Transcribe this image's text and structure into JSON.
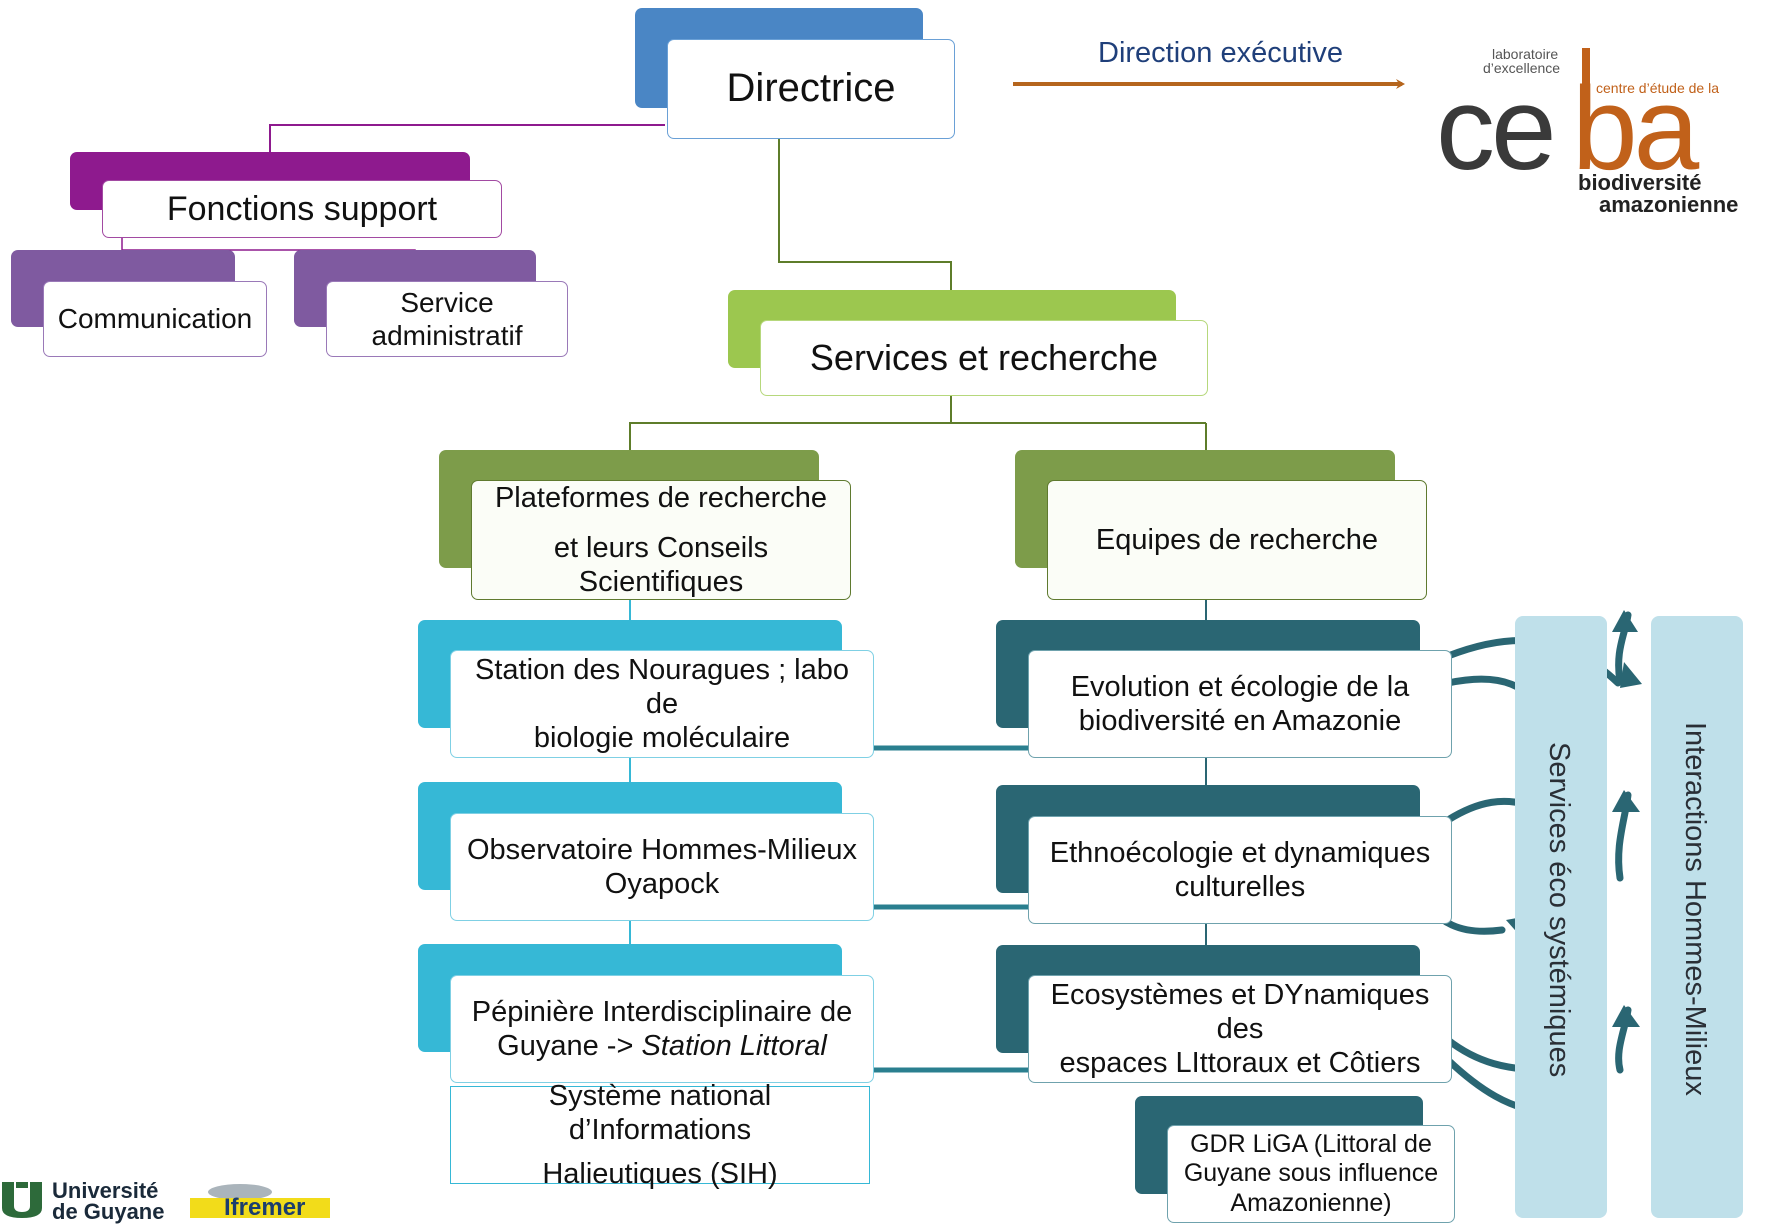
{
  "org_chart": {
    "director": "Directrice",
    "executive_link_label": "Direction exécutive",
    "support": {
      "title": "Fonctions support",
      "items": [
        "Communication",
        "Service administratif"
      ]
    },
    "services": "Services et recherche",
    "platforms": {
      "title_line1": "Plateformes de recherche",
      "title_line2": "et leurs Conseils Scientifiques",
      "items": [
        {
          "line1": "Station des Nouragues ; labo de",
          "line2": "biologie moléculaire"
        },
        {
          "line1": "Observatoire Hommes-Milieux",
          "line2": "Oyapock"
        },
        {
          "line1": "Pépinière Interdisciplinaire de",
          "line2_plain": "Guyane -> ",
          "line2_italic": "Station Littoral"
        }
      ],
      "extra": {
        "line1": "Système national d’Informations",
        "line2": "Halieutiques (SIH)"
      }
    },
    "teams": {
      "title": "Equipes de recherche",
      "items": [
        {
          "line1": "Evolution et écologie de la",
          "line2": "biodiversité en Amazonie"
        },
        {
          "line1": "Ethnoécologie et dynamiques",
          "line2": "culturelles"
        },
        {
          "line1": "Ecosystèmes et DYnamiques des",
          "line2": "espaces LIttoraux et Côtiers"
        }
      ],
      "gdr": {
        "line1": "GDR LiGA (Littoral de",
        "line2": "Guyane sous influence",
        "line3": "Amazonienne)"
      }
    },
    "side_bars": [
      "Services éco systémiques",
      "Interactions Hommes-Milieux"
    ]
  },
  "logos": {
    "ceba": {
      "tag_line1": "laboratoire",
      "tag_line2": "d’excellence",
      "subtitle": "centre d’étude de la",
      "letters_grey": "ce",
      "letters_orange": "ba",
      "line1": "biodiversité",
      "line2": "amazonienne"
    },
    "universite": {
      "line1": "Université",
      "line2": "de Guyane"
    },
    "ifremer": "Ifremer"
  },
  "colors": {
    "director": "#4a86c5",
    "support": "#8e1a8e",
    "support_items": "#7f5aa0",
    "services": "#9cc74f",
    "research": "#7d9c4a",
    "platforms": "#36b8d6",
    "teams": "#2a6673",
    "side_bar": "#bfe0ea",
    "arrow_exec": "#b5651d",
    "ceba_orange": "#c1611a"
  }
}
